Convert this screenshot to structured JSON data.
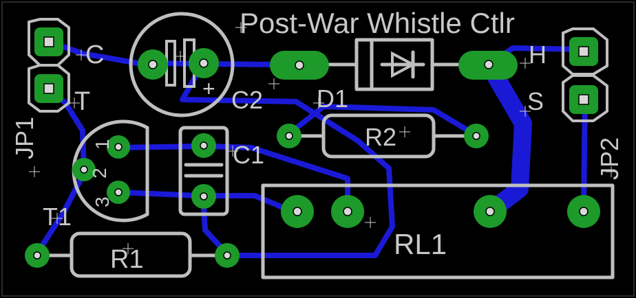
{
  "title": "Post-War Whistle Ctlr",
  "labels": {
    "jp1": "JP1",
    "jp2": "JP2",
    "c": "C",
    "t": "T",
    "h": "H",
    "s": "S",
    "c1": "C1",
    "c2": "C2",
    "c2_plus": "+",
    "d1": "D1",
    "r1": "R1",
    "r2": "R2",
    "rl1": "RL1",
    "t1": "T1",
    "t1_pin1": "1",
    "t1_pin2": "2",
    "t1_pin3": "3"
  },
  "colors": {
    "background": "#000000",
    "silkscreen": "#bfbfbf",
    "copper_trace": "#1a1ad6",
    "pad": "#1d9a2a"
  }
}
